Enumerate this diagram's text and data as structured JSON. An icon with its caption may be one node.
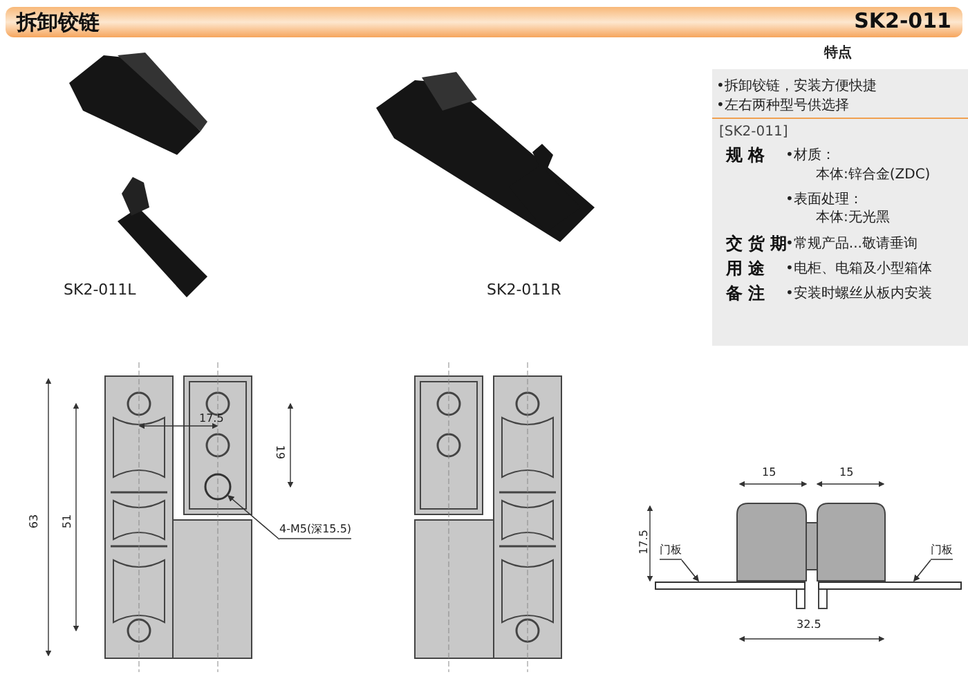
{
  "diagram": {
    "title": "拆卸铰链",
    "nodes": [
      {
        "text": [
          "4-M5(深15.5)"
        ]
      },
      {
        "text": [],
        "shape": "circle"
      },
      {
        "text": [
          "门板"
        ]
      },
      {
        "text": [],
        "shape": "bar"
      },
      {
        "text": [
          "门板"
        ]
      },
      {
        "text": [],
        "shape": "bar"
      }
    ],
    "edges": [
      {
        "from": 0,
        "to": 1,
        "arrow": "to"
      },
      {
        "from": 2,
        "to": 3,
        "arrow": "to"
      },
      {
        "from": 4,
        "to": 5,
        "arrow": "to"
      }
    ],
    "labels": [
      "SK2-011",
      "特点",
      "•拆卸铰链，安装方便快捷",
      "•左右两种型号供选择",
      "[SK2-011]",
      "规格",
      "•材质：",
      "本体:锌合金(ZDC)",
      "•表面处理：",
      "本体:无光黑",
      "交货期",
      "•常规产品...敬请垂询",
      "用途",
      "•电柜、电箱及小型箱体",
      "SK2-011L",
      "SK2-011R",
      "备注",
      "•安装时螺丝从板内安装",
      "17.5",
      "63",
      "51",
      "19",
      "15",
      "15",
      "17.5",
      "32.5"
    ]
  }
}
